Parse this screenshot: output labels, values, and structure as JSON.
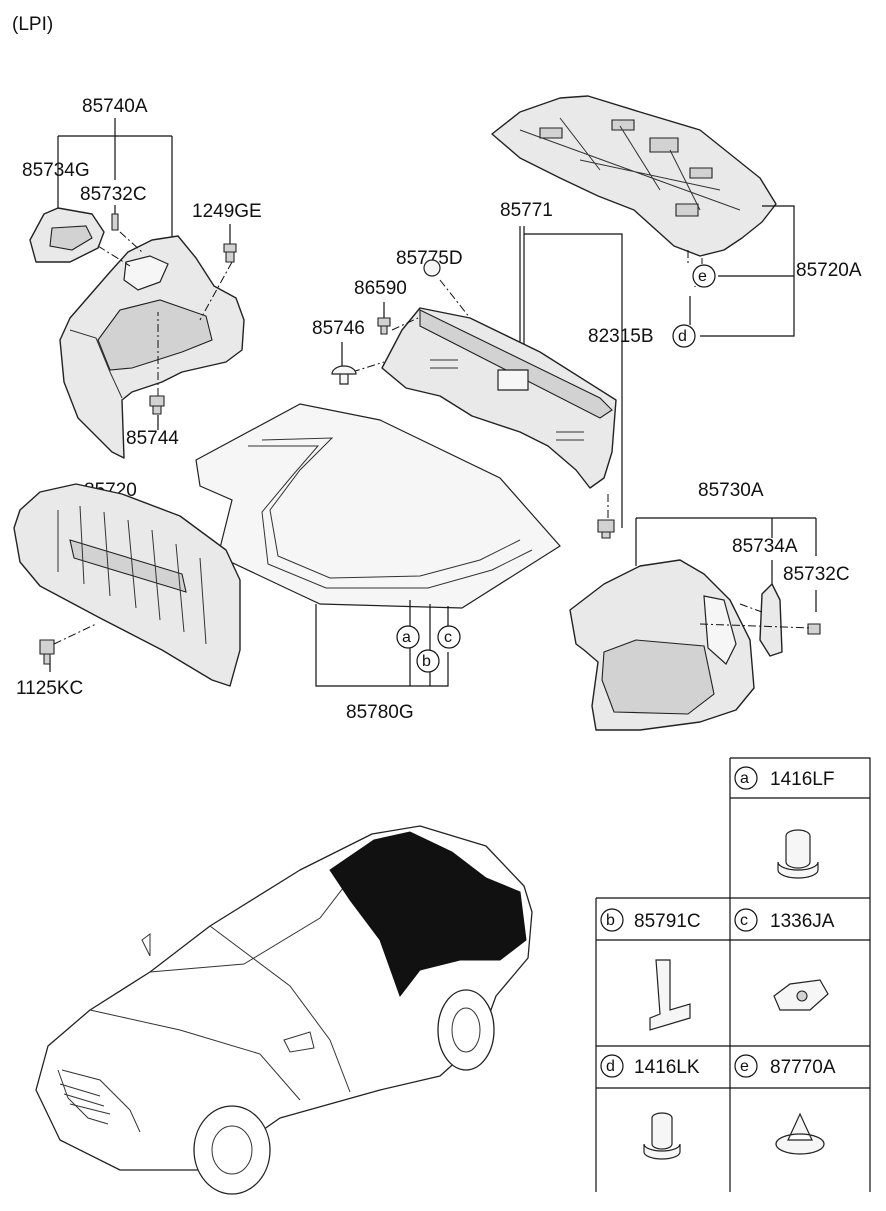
{
  "header": {
    "variant": "(LPI)"
  },
  "callouts": {
    "p85740A": "85740A",
    "p85734G": "85734G",
    "p85732C_left": "85732C",
    "p1249GE": "1249GE",
    "p85744": "85744",
    "p85771": "85771",
    "p85775D": "85775D",
    "p86590": "86590",
    "p85746": "85746",
    "p82315B": "82315B",
    "p85720A": "85720A",
    "p85720": "85720",
    "p1125KC": "1125KC",
    "p85780G": "85780G",
    "p85730A": "85730A",
    "p85734A": "85734A",
    "p85732C_right": "85732C"
  },
  "letters": {
    "a": "a",
    "b": "b",
    "c": "c",
    "d": "d",
    "e": "e"
  },
  "legend": [
    {
      "letter": "a",
      "part": "1416LF"
    },
    {
      "letter": "b",
      "part": "85791C"
    },
    {
      "letter": "c",
      "part": "1336JA"
    },
    {
      "letter": "d",
      "part": "1416LK"
    },
    {
      "letter": "e",
      "part": "87770A"
    }
  ]
}
